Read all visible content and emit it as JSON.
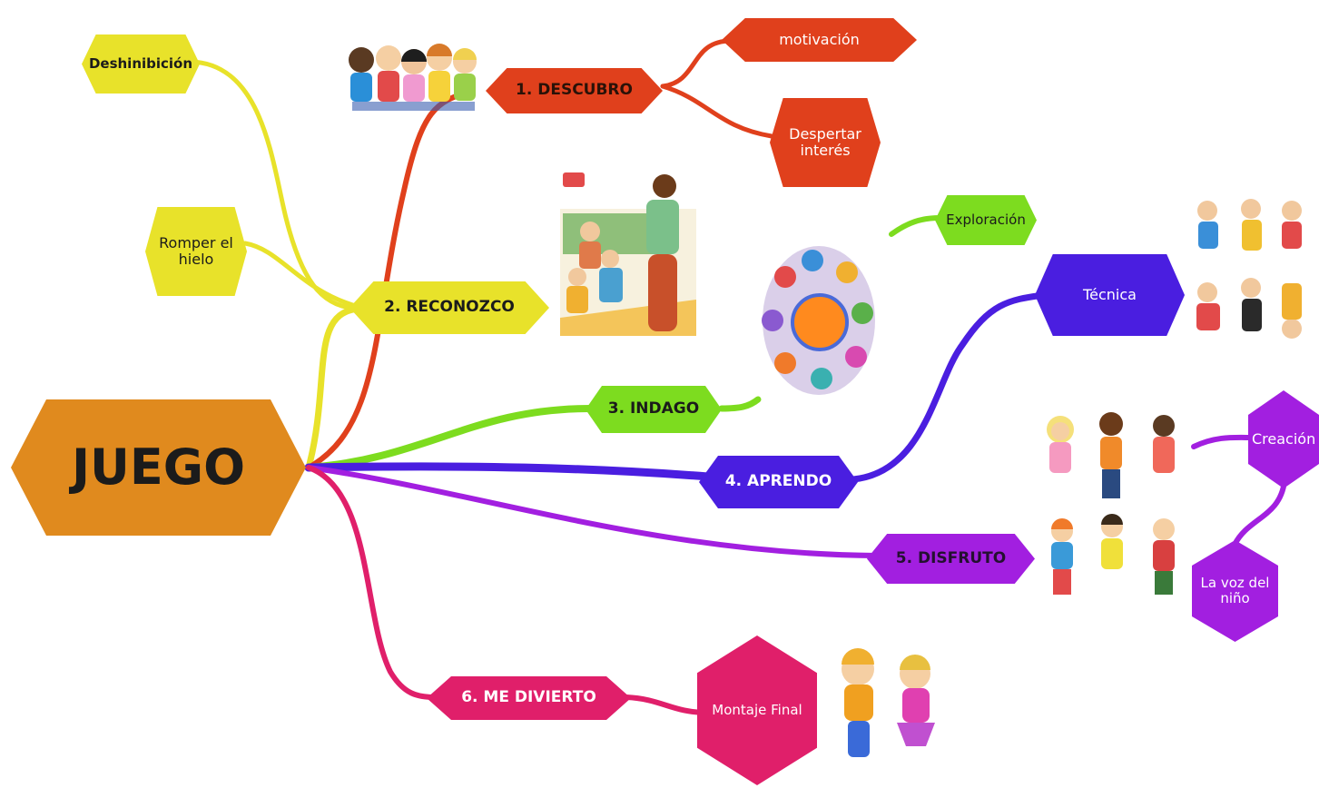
{
  "root": {
    "label": "JUEGO",
    "color": "#e08a1e"
  },
  "branches": [
    {
      "id": "descubro",
      "label": "1. DESCUBRO",
      "color": "#e0401c"
    },
    {
      "id": "reconozco",
      "label": "2. RECONOZCO",
      "color": "#e8e22a"
    },
    {
      "id": "indago",
      "label": "3. INDAGO",
      "color": "#7ddc1f"
    },
    {
      "id": "aprendo",
      "label": "4. APRENDO",
      "color": "#4a1ee0"
    },
    {
      "id": "disfruto",
      "label": "5. DISFRUTO",
      "color": "#a21fe0"
    },
    {
      "id": "medivierto",
      "label": "6. ME DIVIERTO",
      "color": "#e01f6a"
    }
  ],
  "subtopics": {
    "motivacion": "motivación",
    "despertar": "Despertar\ninterés",
    "deshinibicion": "Deshinibición",
    "romper": "Romper el\nhielo",
    "exploracion": "Exploración",
    "tecnica": "Técnica",
    "creacion": "Creación",
    "voz": "La voz del\nniño",
    "montaje": "Montaje Final"
  },
  "icons": {
    "descubro_img": "children-group-illustration",
    "reconozco_img": "dancing-class-illustration",
    "indago_img": "kids-circle-illustration",
    "tecnica_img": "acrobatic-kids-illustration",
    "disfruto_img": "happy-kids-illustration",
    "montaje_img": "dancing-couple-illustration"
  }
}
